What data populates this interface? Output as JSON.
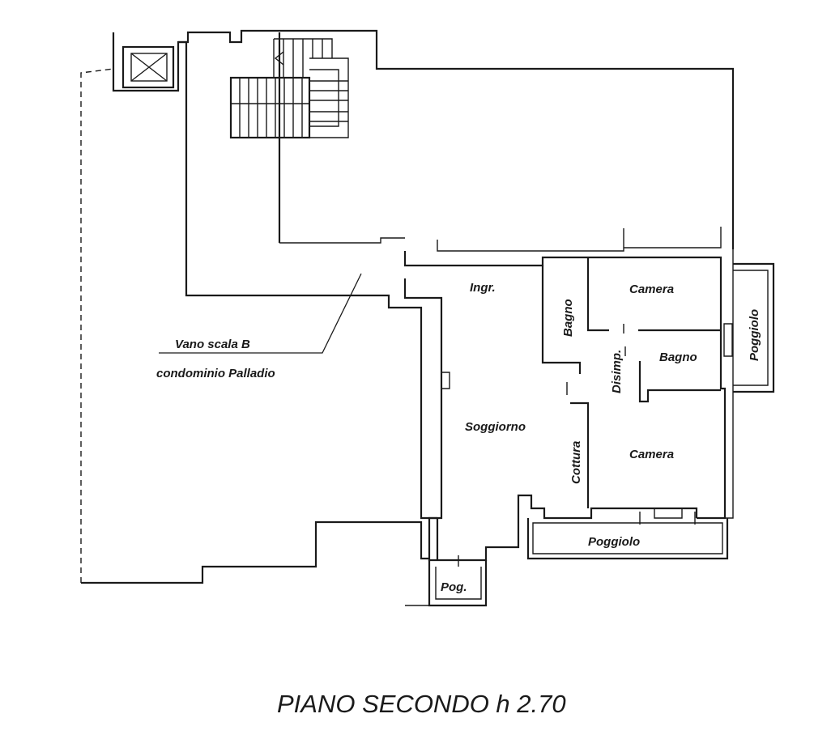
{
  "plan": {
    "title": "PIANO SECONDO h 2.70",
    "area_labels": {
      "vano_line1": "Vano scala B",
      "vano_line2": "condominio Palladio"
    },
    "rooms": {
      "ingresso": "Ingr.",
      "bagno_1": "Bagno",
      "camera_1": "Camera",
      "disimpegno": "Disimp.",
      "bagno_2": "Bagno",
      "poggiolo_east": "Poggiolo",
      "soggiorno": "Soggiorno",
      "cottura": "Cottura",
      "camera_2": "Camera",
      "poggiolo_south": "Poggiolo",
      "pog": "Pog."
    }
  }
}
